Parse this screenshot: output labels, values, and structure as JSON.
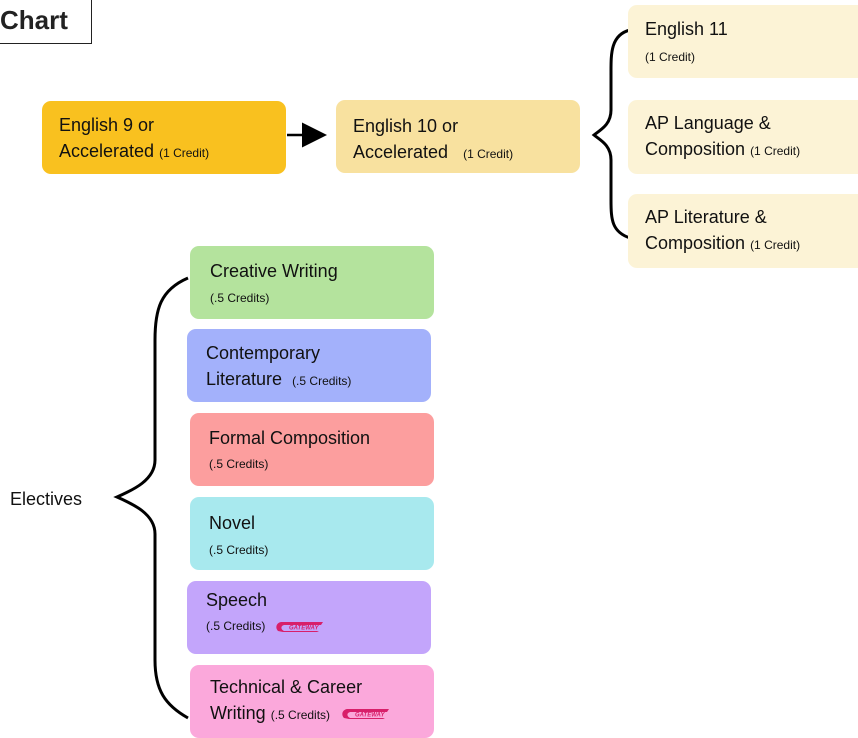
{
  "title": "Chart",
  "core": [
    {
      "line1": "English 9 or",
      "line2": "Accelerated",
      "credit": "(1 Credit)",
      "color": "#f9c11f"
    },
    {
      "line1": "English 10 or",
      "line2": "Accelerated",
      "credit": "(1 Credit)",
      "color": "#f8e19f"
    }
  ],
  "upper": [
    {
      "line1": "English 11",
      "credit": "(1 Credit)",
      "color": "#fcf3d6"
    },
    {
      "line1": "AP Language &",
      "line2": "Composition",
      "credit": "(1 Credit)",
      "color": "#fcf3d6"
    },
    {
      "line1": "AP Literature &",
      "line2": "Composition",
      "credit": "(1 Credit)",
      "color": "#fcf3d6"
    }
  ],
  "electives_label": "Electives",
  "electives": [
    {
      "line1": "Creative Writing",
      "credit": "(.5 Credits)",
      "color": "#b4e39d"
    },
    {
      "line1": "Contemporary",
      "line2": "Literature",
      "credit": "(.5 Credits)",
      "color": "#a3b1fb"
    },
    {
      "line1": "Formal Composition",
      "credit": "(.5 Credits)",
      "color": "#fc9e9e"
    },
    {
      "line1": "Novel",
      "credit": "(.5 Credits)",
      "color": "#a8e9ee"
    },
    {
      "line1": "Speech",
      "credit": "(.5 Credits)",
      "color": "#c3a5fb",
      "logo": "GATEWAY"
    },
    {
      "line1": "Technical & Career",
      "line2": "Writing",
      "credit": "(.5 Credits)",
      "color": "#fba8db",
      "logo": "GATEWAY"
    }
  ]
}
